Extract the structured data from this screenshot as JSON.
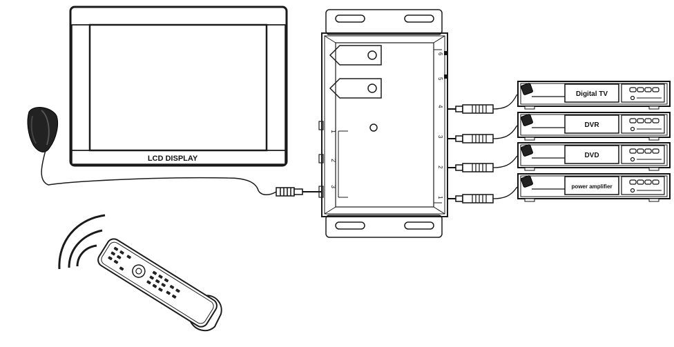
{
  "monitor": {
    "label": "LCD DISPLAY"
  },
  "hub": {
    "left_ports": [
      "1",
      "2",
      "3"
    ],
    "right_ports": [
      "1",
      "2",
      "3",
      "4",
      "5",
      "6"
    ]
  },
  "devices": [
    {
      "label": "Digital TV"
    },
    {
      "label": "DVR"
    },
    {
      "label": "DVD"
    },
    {
      "label": "power amplifier"
    }
  ]
}
